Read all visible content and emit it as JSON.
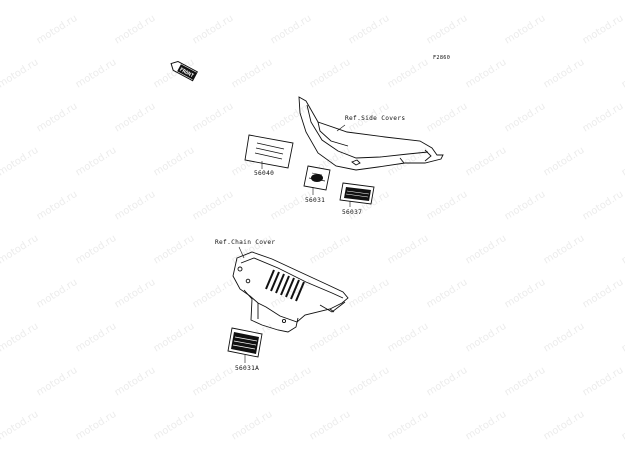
{
  "diagram": {
    "code": "F2860",
    "watermark": "motod.ru",
    "front_arrow": "FRONT",
    "labels": {
      "ref_side_covers": "Ref.Side Covers",
      "ref_chain_cover": "Ref.Chain Cover",
      "part_56040": "56040",
      "part_56031": "56031",
      "part_56037": "56037",
      "part_56031A": "56031A"
    }
  },
  "colors": {
    "line": "#111111",
    "watermark": "#ececec",
    "background": "#ffffff"
  }
}
